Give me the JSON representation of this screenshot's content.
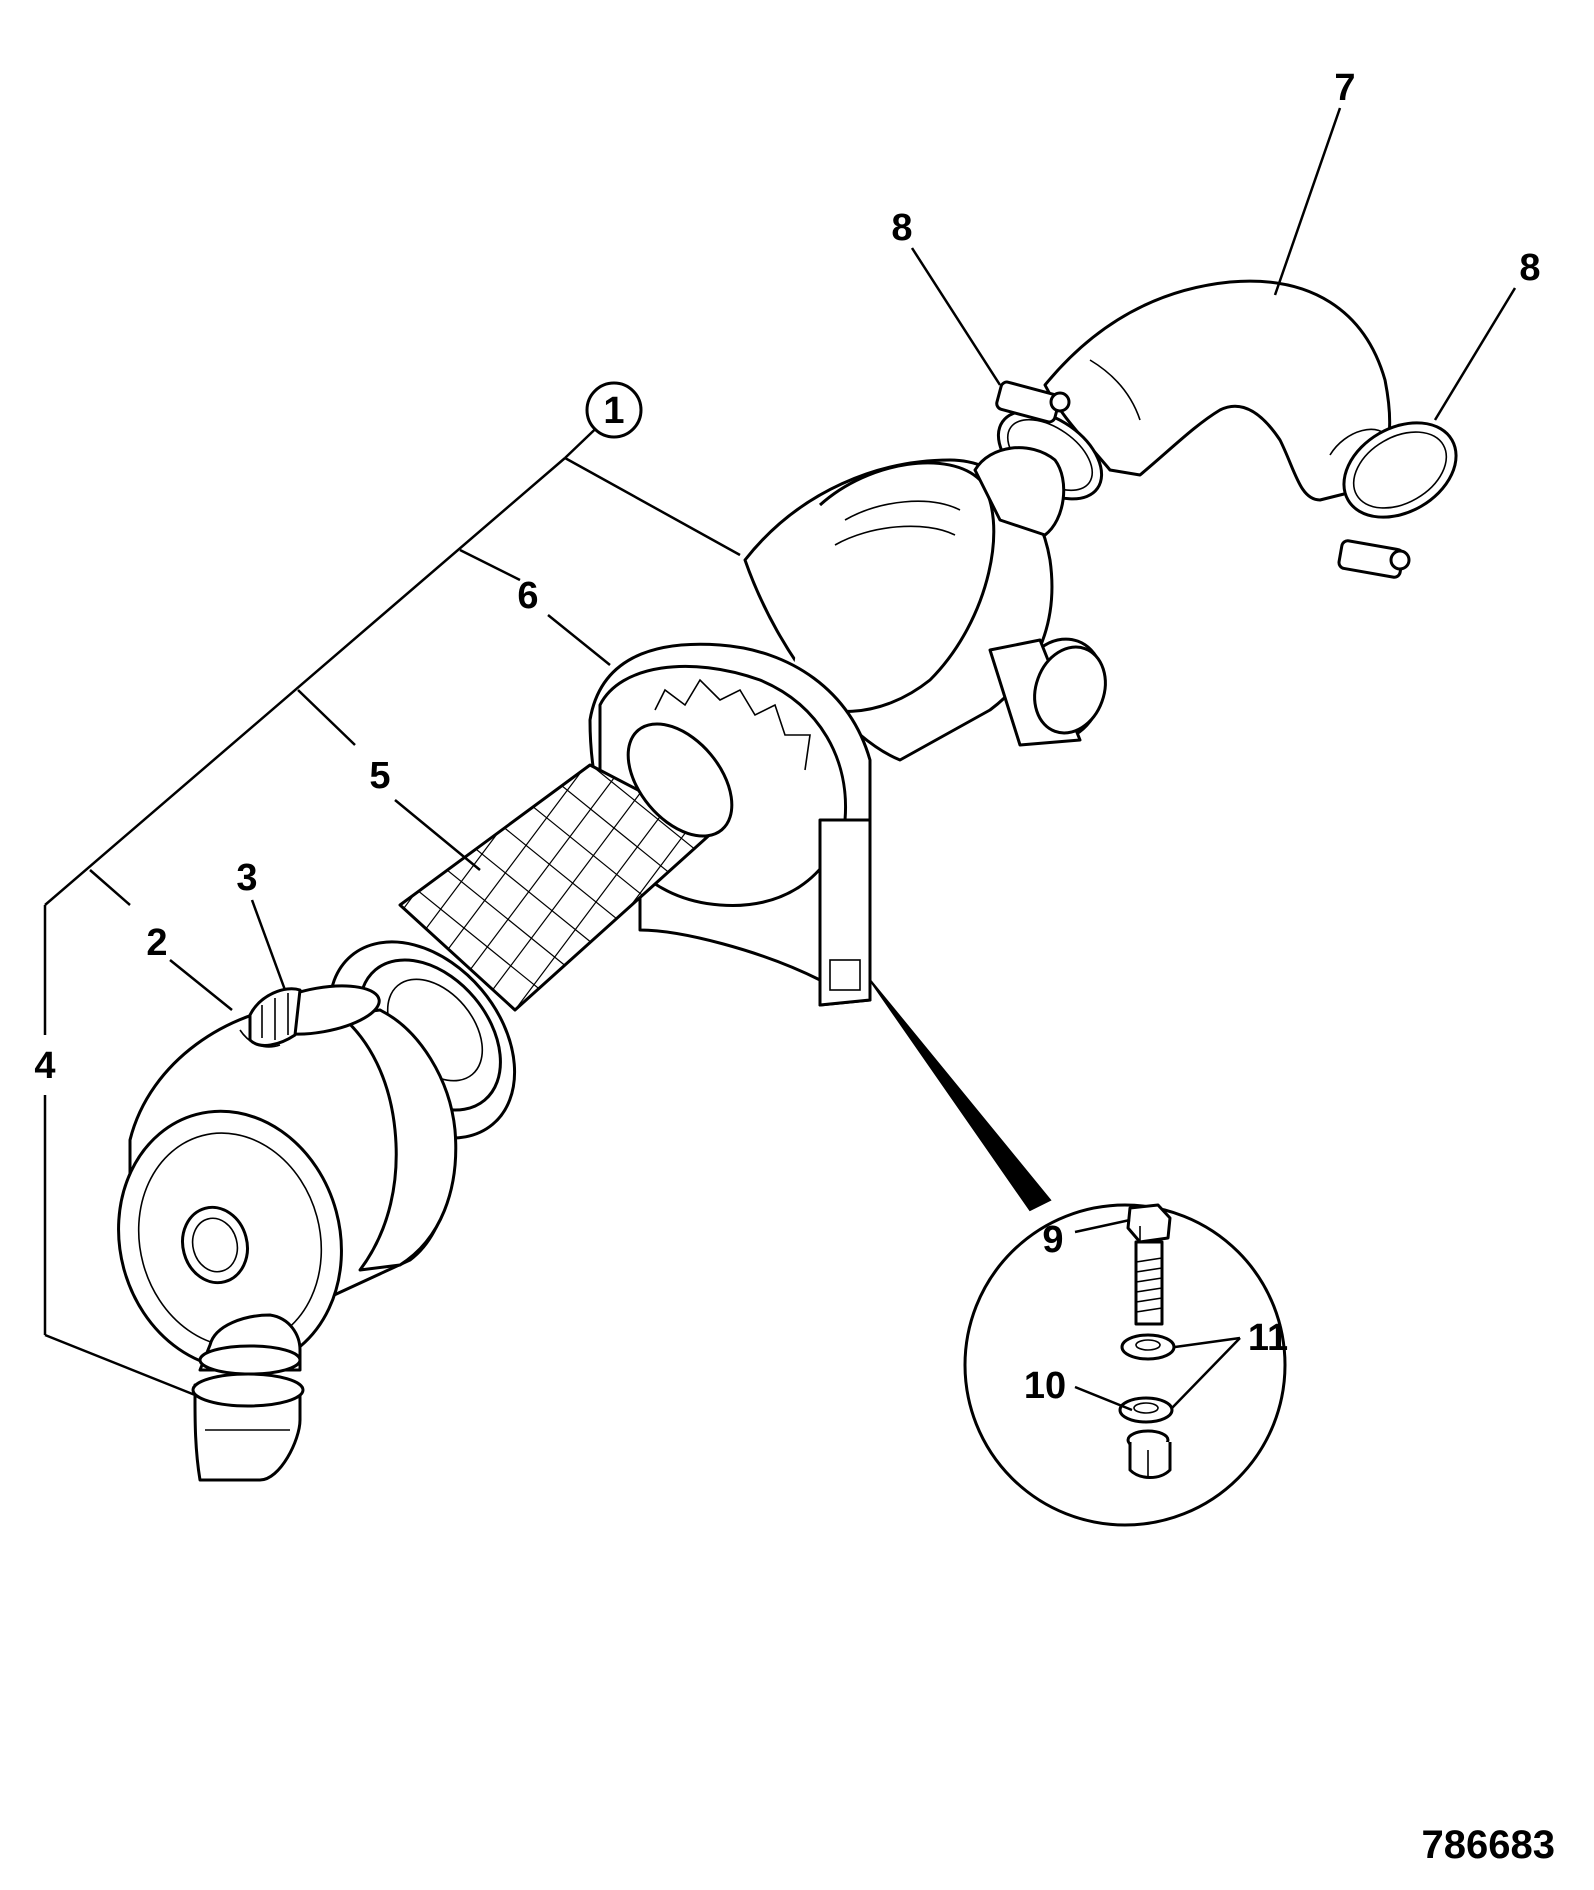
{
  "figure_id": "786683",
  "callouts": {
    "c1": "1",
    "c2": "2",
    "c3": "3",
    "c4": "4",
    "c5": "5",
    "c6": "6",
    "c7": "7",
    "c8a": "8",
    "c8b": "8",
    "c9": "9",
    "c10": "10",
    "c11": "11"
  }
}
